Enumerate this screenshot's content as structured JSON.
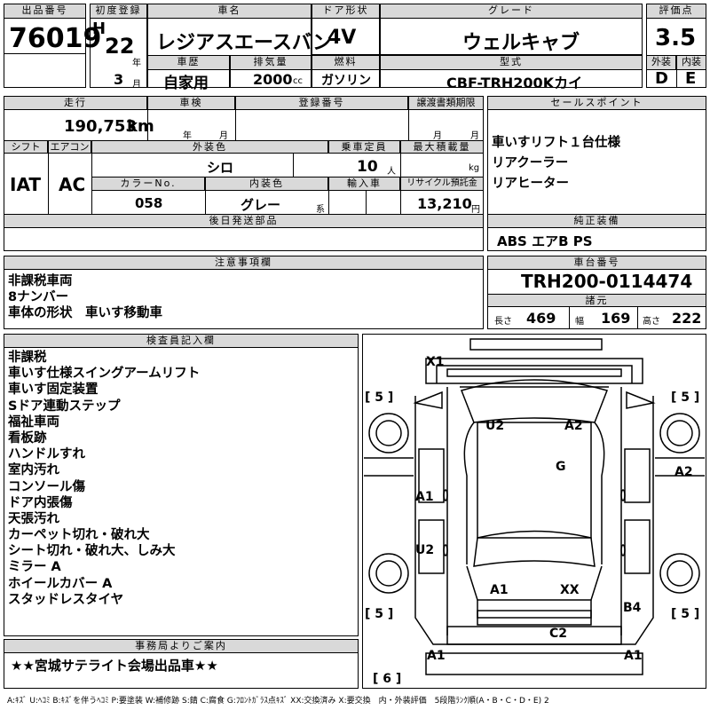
{
  "headers": {
    "lot_no": "出品番号",
    "first_reg": "初度登録",
    "car_name": "車名",
    "door": "ドア形状",
    "grade": "グレード",
    "score": "評価点",
    "history": "車歴",
    "displacement": "排気量",
    "fuel": "燃料",
    "model_code": "型式",
    "exterior": "外装",
    "interior": "内装",
    "mileage": "走行",
    "inspection": "車検",
    "reg_no": "登録番号",
    "transfer_doc": "譲渡書類期限",
    "sales_point": "セールスポイント",
    "shift": "シフト",
    "ac": "エアコン",
    "ext_color": "外装色",
    "capacity": "乗車定員",
    "max_load": "最大積載量",
    "color_no": "カラーNo.",
    "int_color": "内装色",
    "import": "輸入車",
    "recycle": "リサイクル預託金",
    "later_parts": "後日発送部品",
    "equipment": "純正装備",
    "notes": "注意事項欄",
    "chassis_no": "車台番号",
    "specs": "諸元",
    "inspector": "検査員記入欄",
    "office_info": "事務局よりご案内"
  },
  "lot_no": "76019",
  "era": "H",
  "reg_year": "22",
  "reg_month": "3",
  "units": {
    "year": "年",
    "month": "月",
    "cc": "cc",
    "km": "km",
    "person": "人",
    "kg": "kg",
    "yen": "円",
    "kei": "系"
  },
  "car_name": "レジアスエースバン",
  "door": "4V",
  "grade": "ウェルキャブ",
  "score": "3.5",
  "history": "自家用",
  "displacement": "2000",
  "fuel": "ガソリン",
  "model_code": "CBF-TRH200Kカイ",
  "exterior_grade": "D",
  "interior_grade": "E",
  "mileage": "190,753",
  "shift": "IAT",
  "ac": "AC",
  "ext_color": "シロ",
  "capacity": "10",
  "color_no": "058",
  "int_color": "グレー",
  "recycle": "13,210",
  "sales_points": [
    "車いすリフト１台仕様",
    "リアクーラー",
    "リアヒーター"
  ],
  "equipment": "ABS エアB PS",
  "notes": [
    "非課税車両",
    "8ナンバー",
    "車体の形状　車いす移動車"
  ],
  "chassis_no": "TRH200-0114474",
  "spec_labels": {
    "length": "長さ",
    "width": "幅",
    "height": "高さ"
  },
  "length": "469",
  "width": "169",
  "height": "222",
  "inspector_notes": [
    "非課税",
    "車いす仕様スイングアームリフト",
    "車いす固定装置",
    "Sドア連動ステップ",
    "福祉車両",
    "看板跡",
    "ハンドルすれ",
    "室内汚れ",
    "コンソール傷",
    "ドア内張傷",
    "天張汚れ",
    "カーペット切れ・破れ大",
    "シート切れ・破れ大、しみ大",
    "ミラー A",
    "ホイールカバー A",
    "スタッドレスタイヤ"
  ],
  "office_message": "★★宮城サテライト会場出品車★★",
  "diagram_labels": {
    "x1": "X1",
    "u2_front": "U2",
    "a2_front": "A2",
    "g": "G",
    "a2_right": "A2",
    "a1_left": "A1",
    "u2_left": "U2",
    "a1_rear": "A1",
    "xx": "XX",
    "b4": "B4",
    "c2": "C2",
    "a1_bl": "A1",
    "a1_br": "A1",
    "tire_fl": "[ 5 ]",
    "tire_fr": "[ 5 ]",
    "tire_rl": "[ 5 ]",
    "tire_rr": "[ 5 ]",
    "spare": "[ 6 ]"
  },
  "legend": "A:ｷｽﾞ U:ﾍｺﾐ B:ｷｽﾞを伴うﾍｺﾐ P:要塗装 W:補修跡 S:錆 C:腐食 G:ﾌﾛﾝﾄｶﾞﾗｽ点ｷｽﾞ XX:交換済み X:要交換　内・外装評価　5段階ﾗﾝｸ順(A・B・C・D・E) 2"
}
